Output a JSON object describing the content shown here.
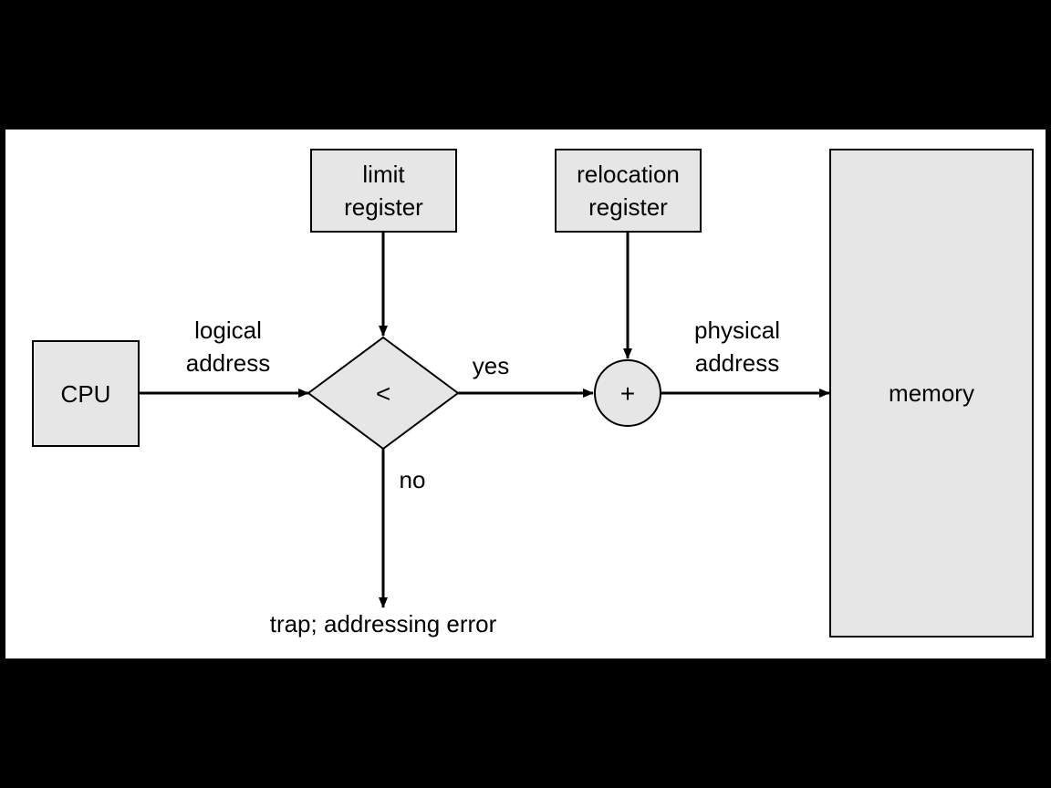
{
  "nodes": {
    "cpu": "CPU",
    "limit_register": [
      "limit",
      "register"
    ],
    "relocation_register": [
      "relocation",
      "register"
    ],
    "compare_op": "<",
    "add_op": "+",
    "memory": "memory"
  },
  "labels": {
    "logical_address": [
      "logical",
      "address"
    ],
    "physical_address": [
      "physical",
      "address"
    ],
    "yes": "yes",
    "no": "no",
    "trap": "trap; addressing error"
  },
  "colors": {
    "background": "#000000",
    "canvas": "#ffffff",
    "node_fill": "#e6e6e6",
    "stroke": "#000000"
  }
}
